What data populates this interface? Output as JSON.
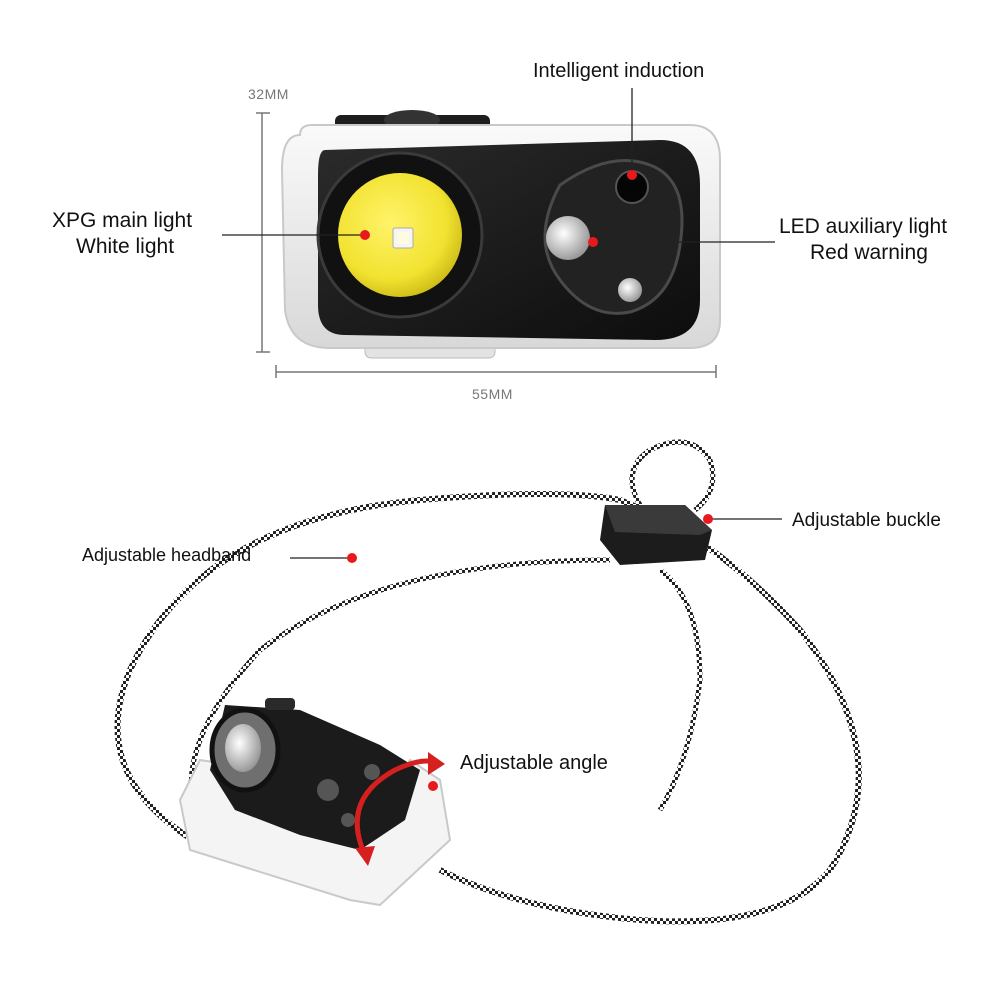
{
  "dimensions": {
    "height": "32MM",
    "width": "55MM"
  },
  "callouts": {
    "intelligent_induction": "Intelligent induction",
    "main_light_line1": "XPG main light",
    "main_light_line2": "White light",
    "aux_light_line1": "LED auxiliary light",
    "aux_light_line2": "Red warning",
    "headband": "Adjustable headband",
    "buckle": "Adjustable buckle",
    "angle": "Adjustable angle"
  },
  "colors": {
    "marker": "#e8191c",
    "main_lens": "#f2e230",
    "housing": "#1a1a1a",
    "frame": "#efefef",
    "arrow": "#d61f1f"
  }
}
